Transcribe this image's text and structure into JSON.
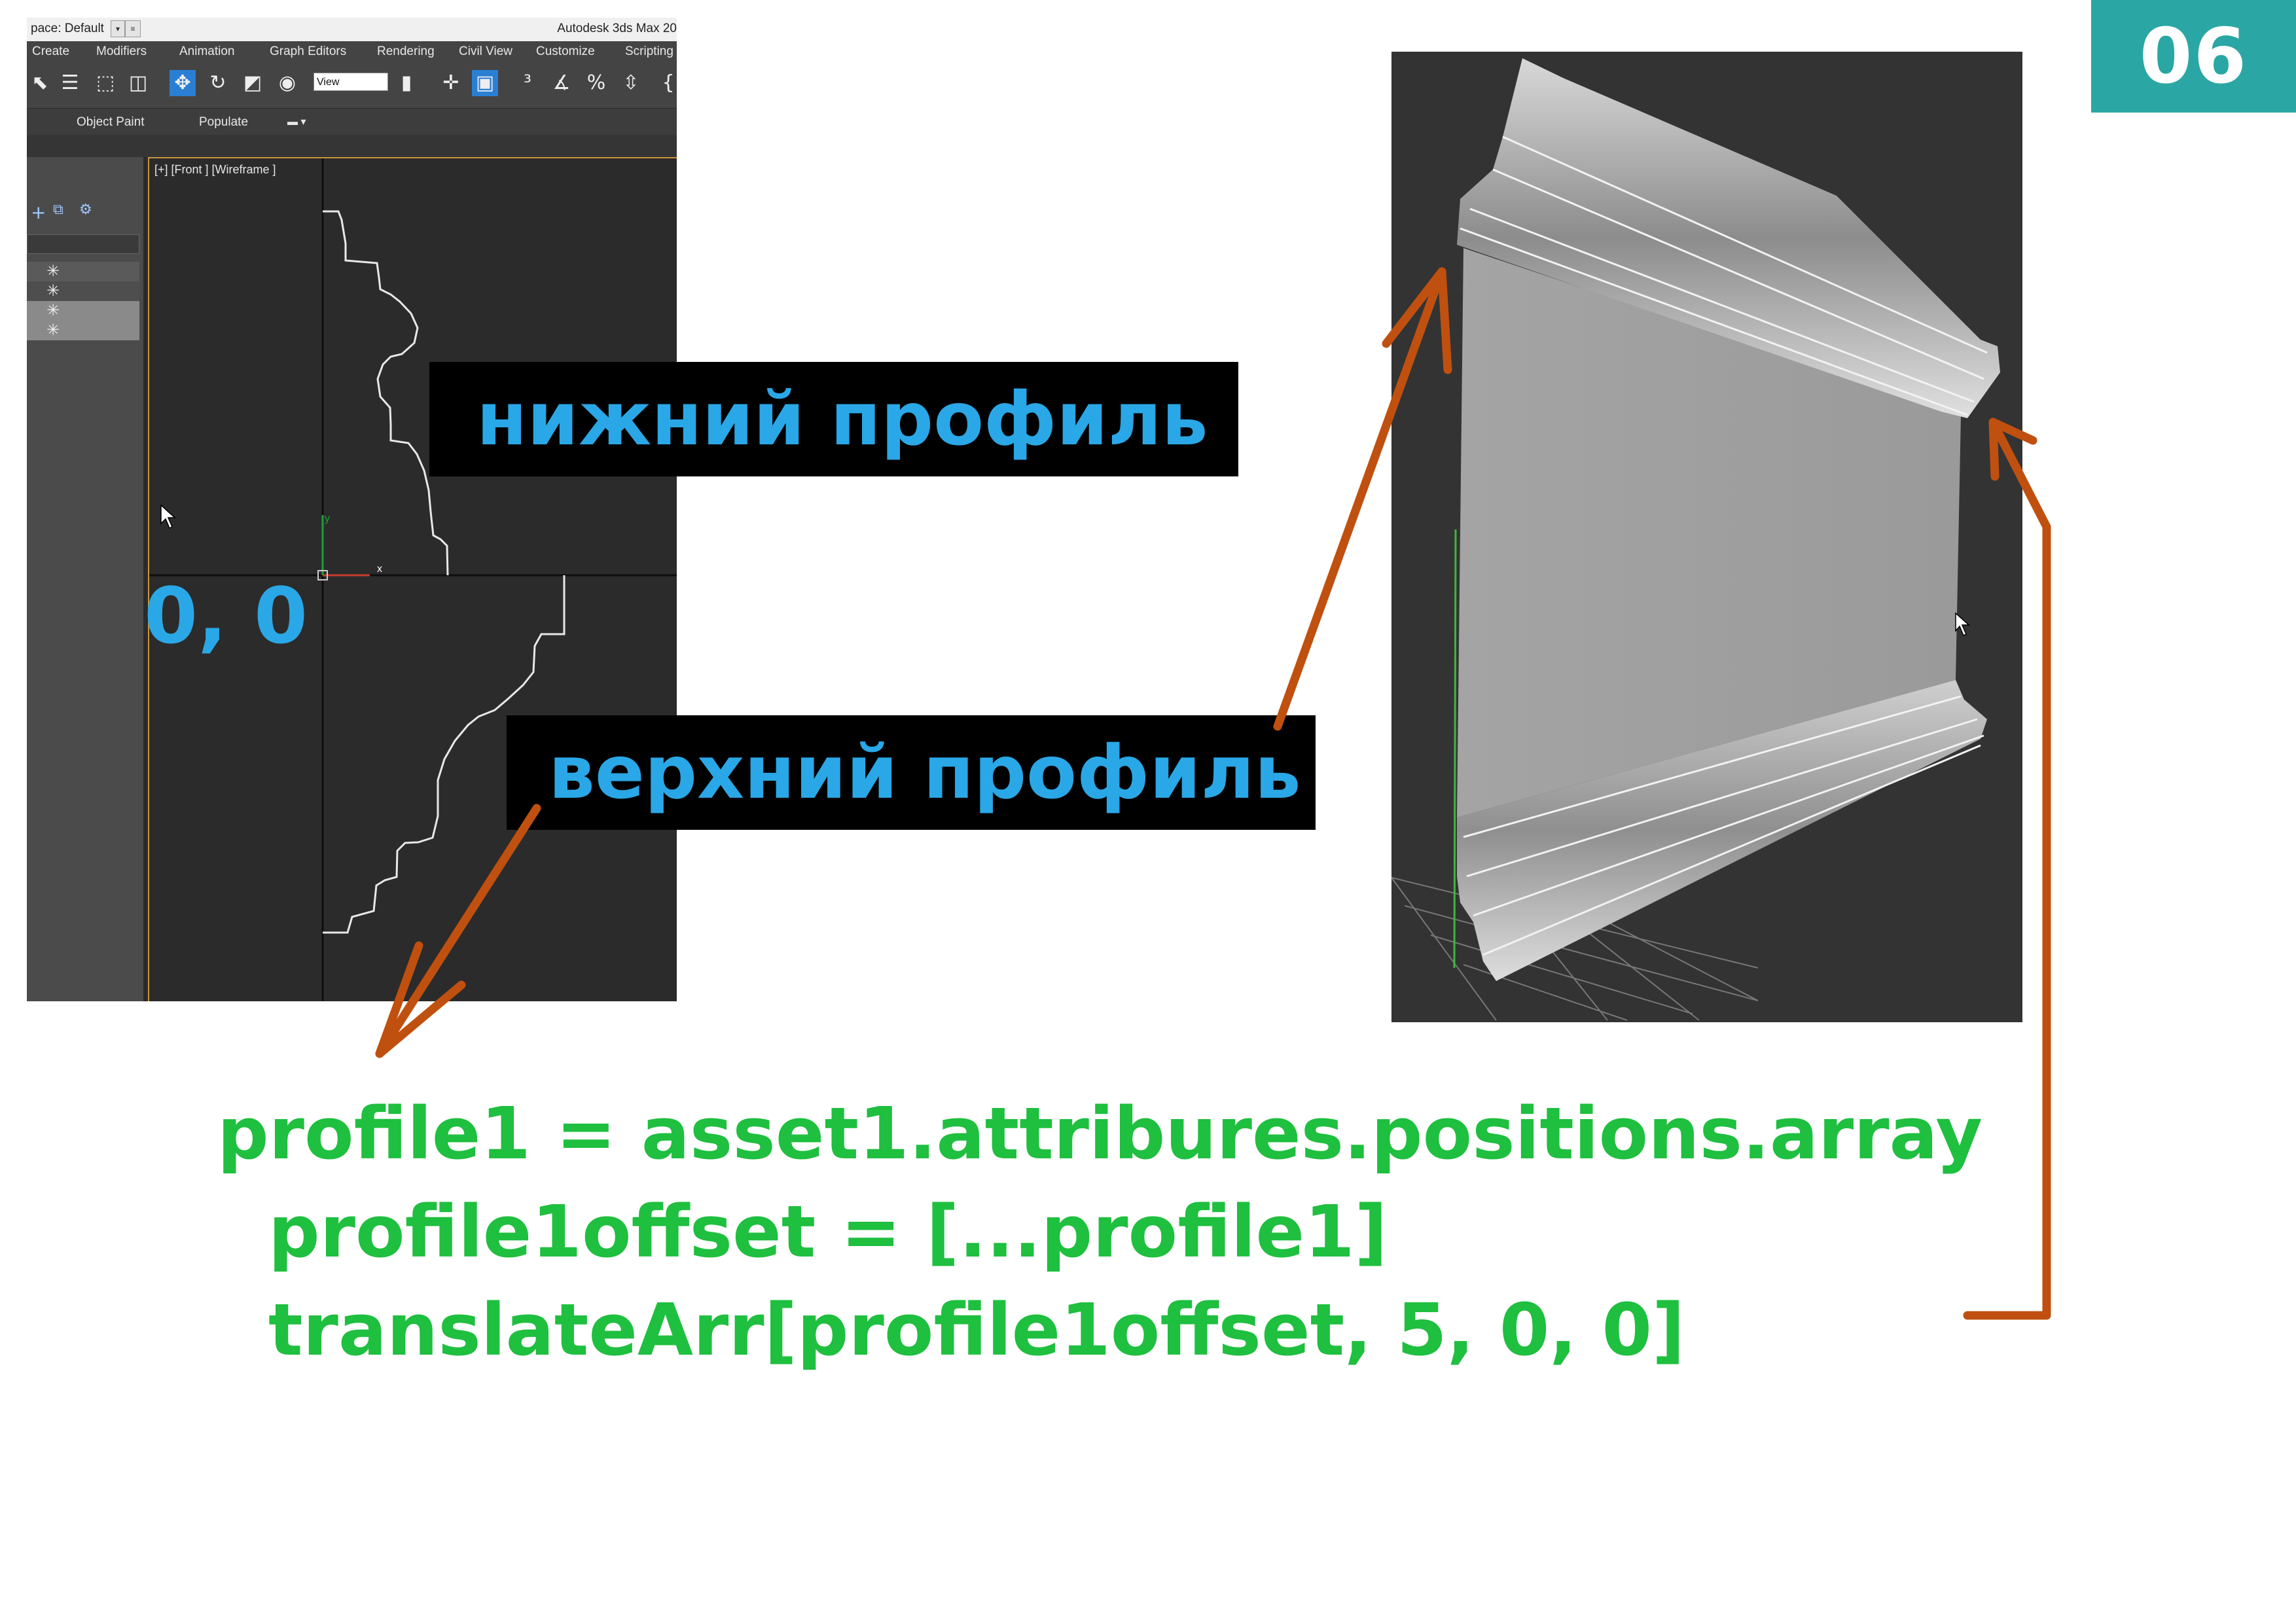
{
  "page_number": "06",
  "max_ui": {
    "workspace_label": "pace: Default",
    "app_title": "Autodesk 3ds Max 20",
    "menu": [
      "Create",
      "Modifiers",
      "Animation",
      "Graph Editors",
      "Rendering",
      "Civil View",
      "Customize",
      "Scripting"
    ],
    "view_dropdown": "View",
    "ribbon": [
      "Object Paint",
      "Populate"
    ],
    "viewport_label": "[+] [Front ] [Wireframe ]",
    "axis_y": "y",
    "axis_x": "x"
  },
  "labels": {
    "lower_profile": "нижний профиль",
    "upper_profile": "верхний профиль",
    "origin": "0, 0"
  },
  "code": {
    "line1": "profile1 = asset1.attribures.positions.array",
    "line2": "profile1offset = [...profile1]",
    "line3": "translateArr[profile1offset, 5, 0, 0]"
  },
  "colors": {
    "accent_teal": "#2aa7a4",
    "label_blue": "#2aa7e6",
    "code_green": "#1fbf3f",
    "arrow_orange": "#c0500f",
    "viewport_border": "#c7953b"
  }
}
